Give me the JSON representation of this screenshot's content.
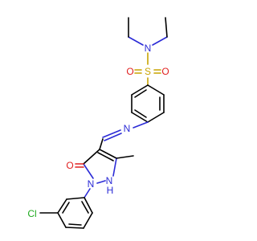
{
  "structure": {
    "atom_labels": {
      "n_amide": "N",
      "s": "S",
      "o_left": "O",
      "o_right": "O",
      "n_imine": "N",
      "o_keto": "O",
      "n1": "N",
      "nh": "N",
      "h": "H",
      "cl": "Cl"
    },
    "colors": {
      "carbon_bond": "#000000",
      "nitrogen": "#2b2bd6",
      "oxygen": "#e02020",
      "sulfur": "#c8a400",
      "chlorine": "#1faa1f"
    }
  }
}
